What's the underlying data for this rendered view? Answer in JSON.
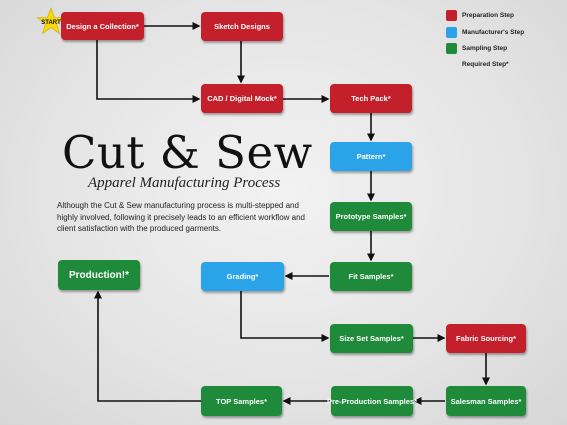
{
  "colors": {
    "preparation": "#c4202b",
    "manufacturer": "#2aa3e8",
    "sampling": "#1f8a3a",
    "star": "#f5d90a",
    "arrow": "#111111"
  },
  "start_label": "START",
  "title": "Cut & Sew",
  "subtitle": "Apparel Manufacturing Process",
  "description": "Although the Cut & Sew manufacturing process is multi-stepped and highly involved, following it precisely leads to an efficient workflow and client satisfaction with the produced garments.",
  "legend": {
    "preparation": "Preparation Step",
    "manufacturer": "Manufacturer's Step",
    "sampling": "Sampling Step",
    "required": "Required Step*"
  },
  "nodes": {
    "design_collection": "Design a Collection*",
    "sketch_designs": "Sketch Designs",
    "cad_mock": "CAD / Digital Mock*",
    "tech_pack": "Tech Pack*",
    "pattern": "Pattern*",
    "prototype_samples": "Prototype Samples*",
    "fit_samples": "Fit Samples*",
    "grading": "Grading*",
    "size_set_samples": "Size Set Samples*",
    "fabric_sourcing": "Fabric Sourcing*",
    "salesman_samples": "Salesman Samples*",
    "pre_production_samples": "Pre-Production Samples*",
    "top_samples": "TOP Samples*",
    "production": "Production!*"
  }
}
